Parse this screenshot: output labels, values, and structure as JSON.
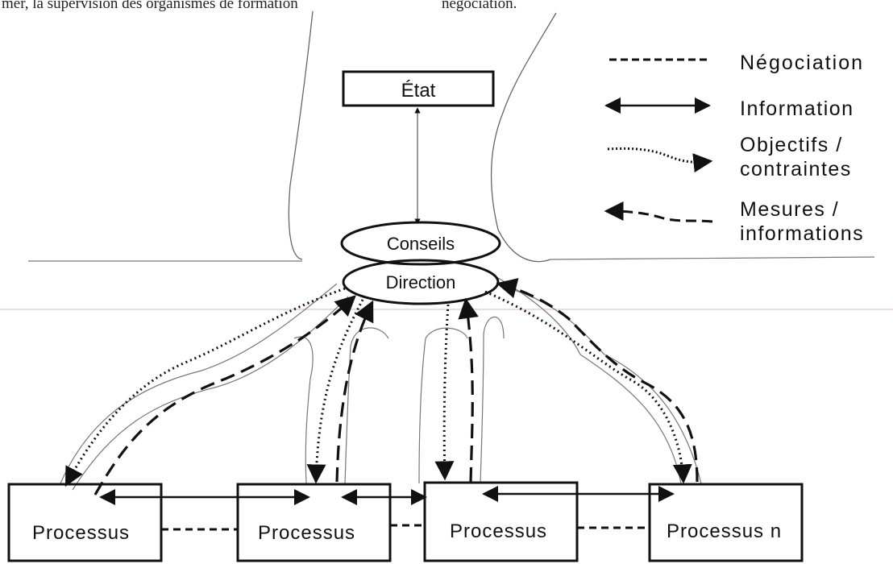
{
  "header_fragments": {
    "left": "mer, la supervision des organismes de formation",
    "right": "négociation."
  },
  "nodes": {
    "etat": "État",
    "conseils": "Conseils",
    "direction": "Direction",
    "processus": [
      "Processus",
      "Processus",
      "Processus",
      "Processus n"
    ]
  },
  "legend": [
    {
      "style": "dashed-line",
      "lines": [
        "Négociation"
      ]
    },
    {
      "style": "double-arrow",
      "lines": [
        "Information"
      ]
    },
    {
      "style": "dotted-arrow",
      "lines": [
        "Objectifs /",
        "contraintes"
      ]
    },
    {
      "style": "dashed-arrow",
      "lines": [
        "Mesures /",
        "informations"
      ]
    }
  ]
}
